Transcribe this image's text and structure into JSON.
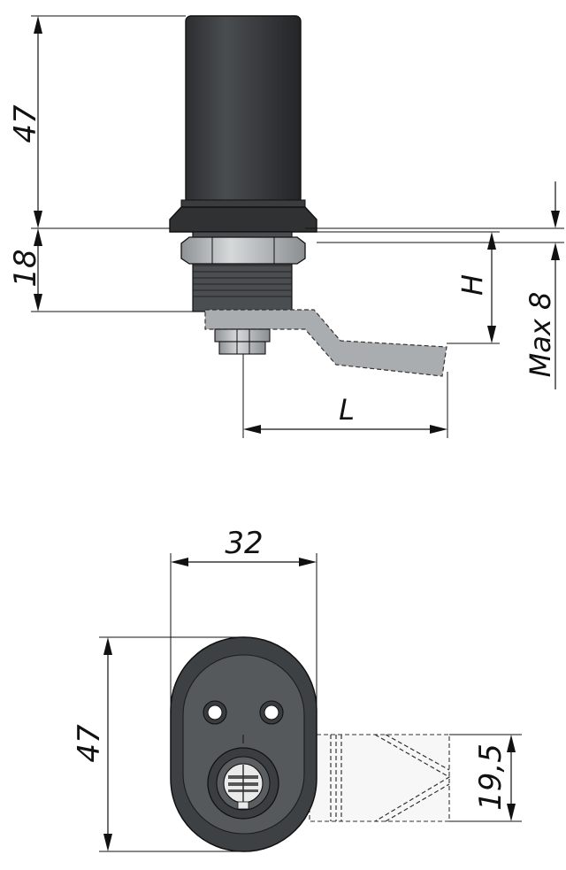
{
  "dimensions": {
    "side_height": "47",
    "flange_height": "18",
    "cam_offset": "H",
    "max_panel": "Max 8",
    "cam_length": "L",
    "front_width": "32",
    "front_height": "47",
    "cam_width": "19,5"
  },
  "colors": {
    "body_dark": "#3c3e40",
    "body_mid": "#55595c",
    "metal_light": "#b9bcbe",
    "cam_grey": "#a8acae",
    "line": "#111111"
  }
}
